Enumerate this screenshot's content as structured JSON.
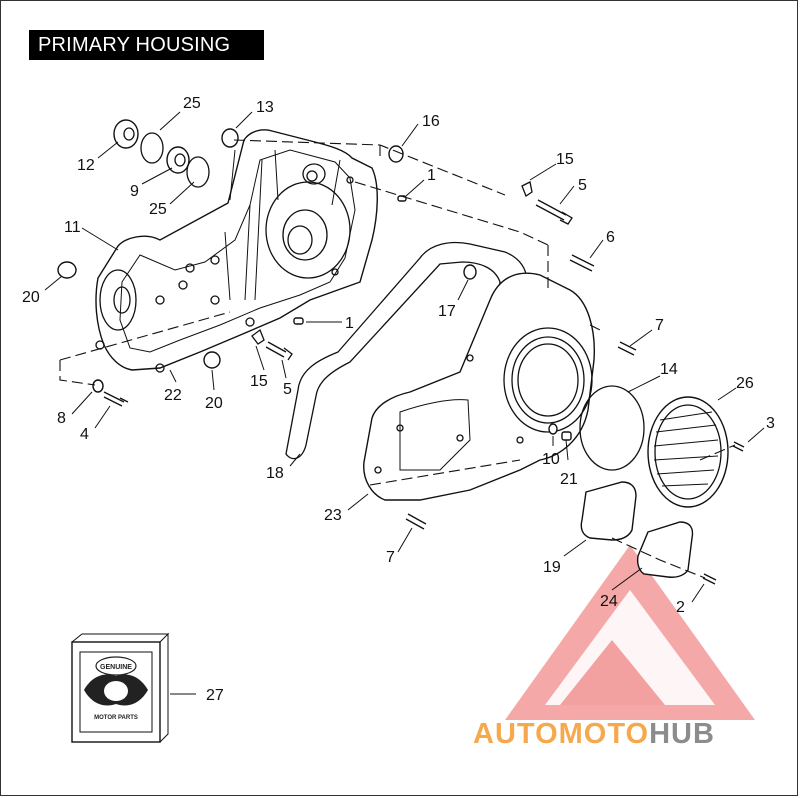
{
  "title": "PRIMARY HOUSING",
  "callouts": [
    {
      "id": "c25a",
      "text": "25"
    },
    {
      "id": "c13",
      "text": "13"
    },
    {
      "id": "c16",
      "text": "16"
    },
    {
      "id": "c12",
      "text": "12"
    },
    {
      "id": "c9",
      "text": "9"
    },
    {
      "id": "c25b",
      "text": "25"
    },
    {
      "id": "c1a",
      "text": "1"
    },
    {
      "id": "c15a",
      "text": "15"
    },
    {
      "id": "c5a",
      "text": "5"
    },
    {
      "id": "c11",
      "text": "11"
    },
    {
      "id": "c6",
      "text": "6"
    },
    {
      "id": "c20a",
      "text": "20"
    },
    {
      "id": "c17",
      "text": "17"
    },
    {
      "id": "c1b",
      "text": "1"
    },
    {
      "id": "c7a",
      "text": "7"
    },
    {
      "id": "c14",
      "text": "14"
    },
    {
      "id": "c26",
      "text": "26"
    },
    {
      "id": "c15b",
      "text": "15"
    },
    {
      "id": "c5b",
      "text": "5"
    },
    {
      "id": "c22",
      "text": "22"
    },
    {
      "id": "c20b",
      "text": "20"
    },
    {
      "id": "c8",
      "text": "8"
    },
    {
      "id": "c4",
      "text": "4"
    },
    {
      "id": "c3",
      "text": "3"
    },
    {
      "id": "c10",
      "text": "10"
    },
    {
      "id": "c21",
      "text": "21"
    },
    {
      "id": "c18",
      "text": "18"
    },
    {
      "id": "c23",
      "text": "23"
    },
    {
      "id": "c7b",
      "text": "7"
    },
    {
      "id": "c19",
      "text": "19"
    },
    {
      "id": "c24",
      "text": "24"
    },
    {
      "id": "c2",
      "text": "2"
    },
    {
      "id": "c27",
      "text": "27"
    }
  ],
  "watermark": {
    "part1": "AUTOMOTO",
    "part2": "HUB",
    "color_primary": "#f6a94c",
    "color_secondary": "#8c8c8c",
    "triangle_color": "#e83a3a"
  },
  "package": {
    "line1": "GENUINE",
    "line2": "MOTOR PARTS"
  }
}
